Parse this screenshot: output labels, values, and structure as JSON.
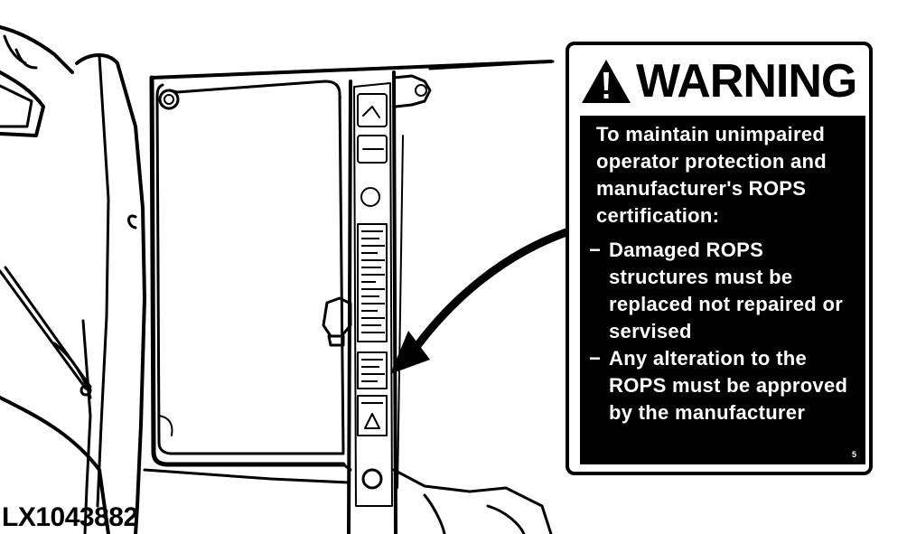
{
  "figure": {
    "id": "LX1043882"
  },
  "warning": {
    "title": "WARNING",
    "intro": "To maintain unimpaired operator protection and manufacturer's ROPS certification:",
    "items": [
      {
        "dash": "−",
        "text": "Damaged ROPS structures must be replaced not repaired or servised"
      },
      {
        "dash": "−",
        "text": "Any alteration to the ROPS must be approved by the manufacturer"
      }
    ],
    "ref": "5",
    "icon": "warning-triangle-icon"
  },
  "colors": {
    "ink": "#000000",
    "paper": "#ffffff"
  }
}
